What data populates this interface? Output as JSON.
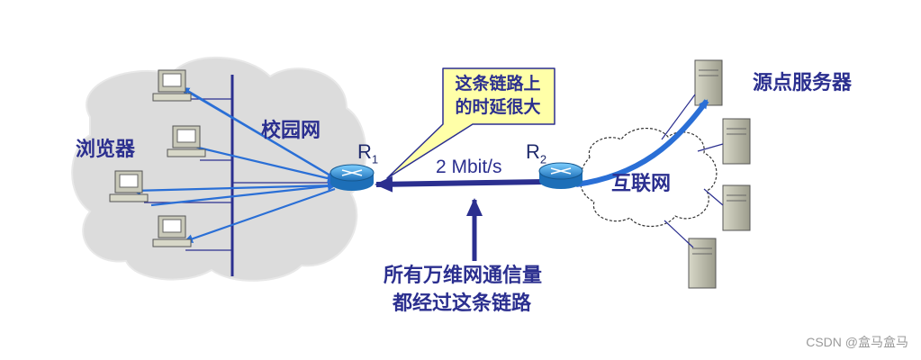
{
  "labels": {
    "browser": "浏览器",
    "campus_net": "校园网",
    "internet": "互联网",
    "source_server": "源点服务器",
    "bandwidth": "2 Mbit/s",
    "router1": "R",
    "router1_sub": "1",
    "router2": "R",
    "router2_sub": "2",
    "callout_line1": "这条链路上",
    "callout_line2": "的时延很大",
    "traffic_line1": "所有万维网通信量",
    "traffic_line2": "都经过这条链路",
    "watermark": "CSDN @盒马盒马"
  },
  "colors": {
    "primary_text": "#2b2f8f",
    "arrow_blue": "#2a6fd6",
    "link_navy": "#2b2f8f",
    "callout_fill": "#ffffa8",
    "cloud_fill": "#dcdcdc",
    "router_fill": "#3aa0e0"
  },
  "icons": {
    "workstation": "computer-icon",
    "server": "server-tower-icon",
    "router": "router-icon"
  }
}
